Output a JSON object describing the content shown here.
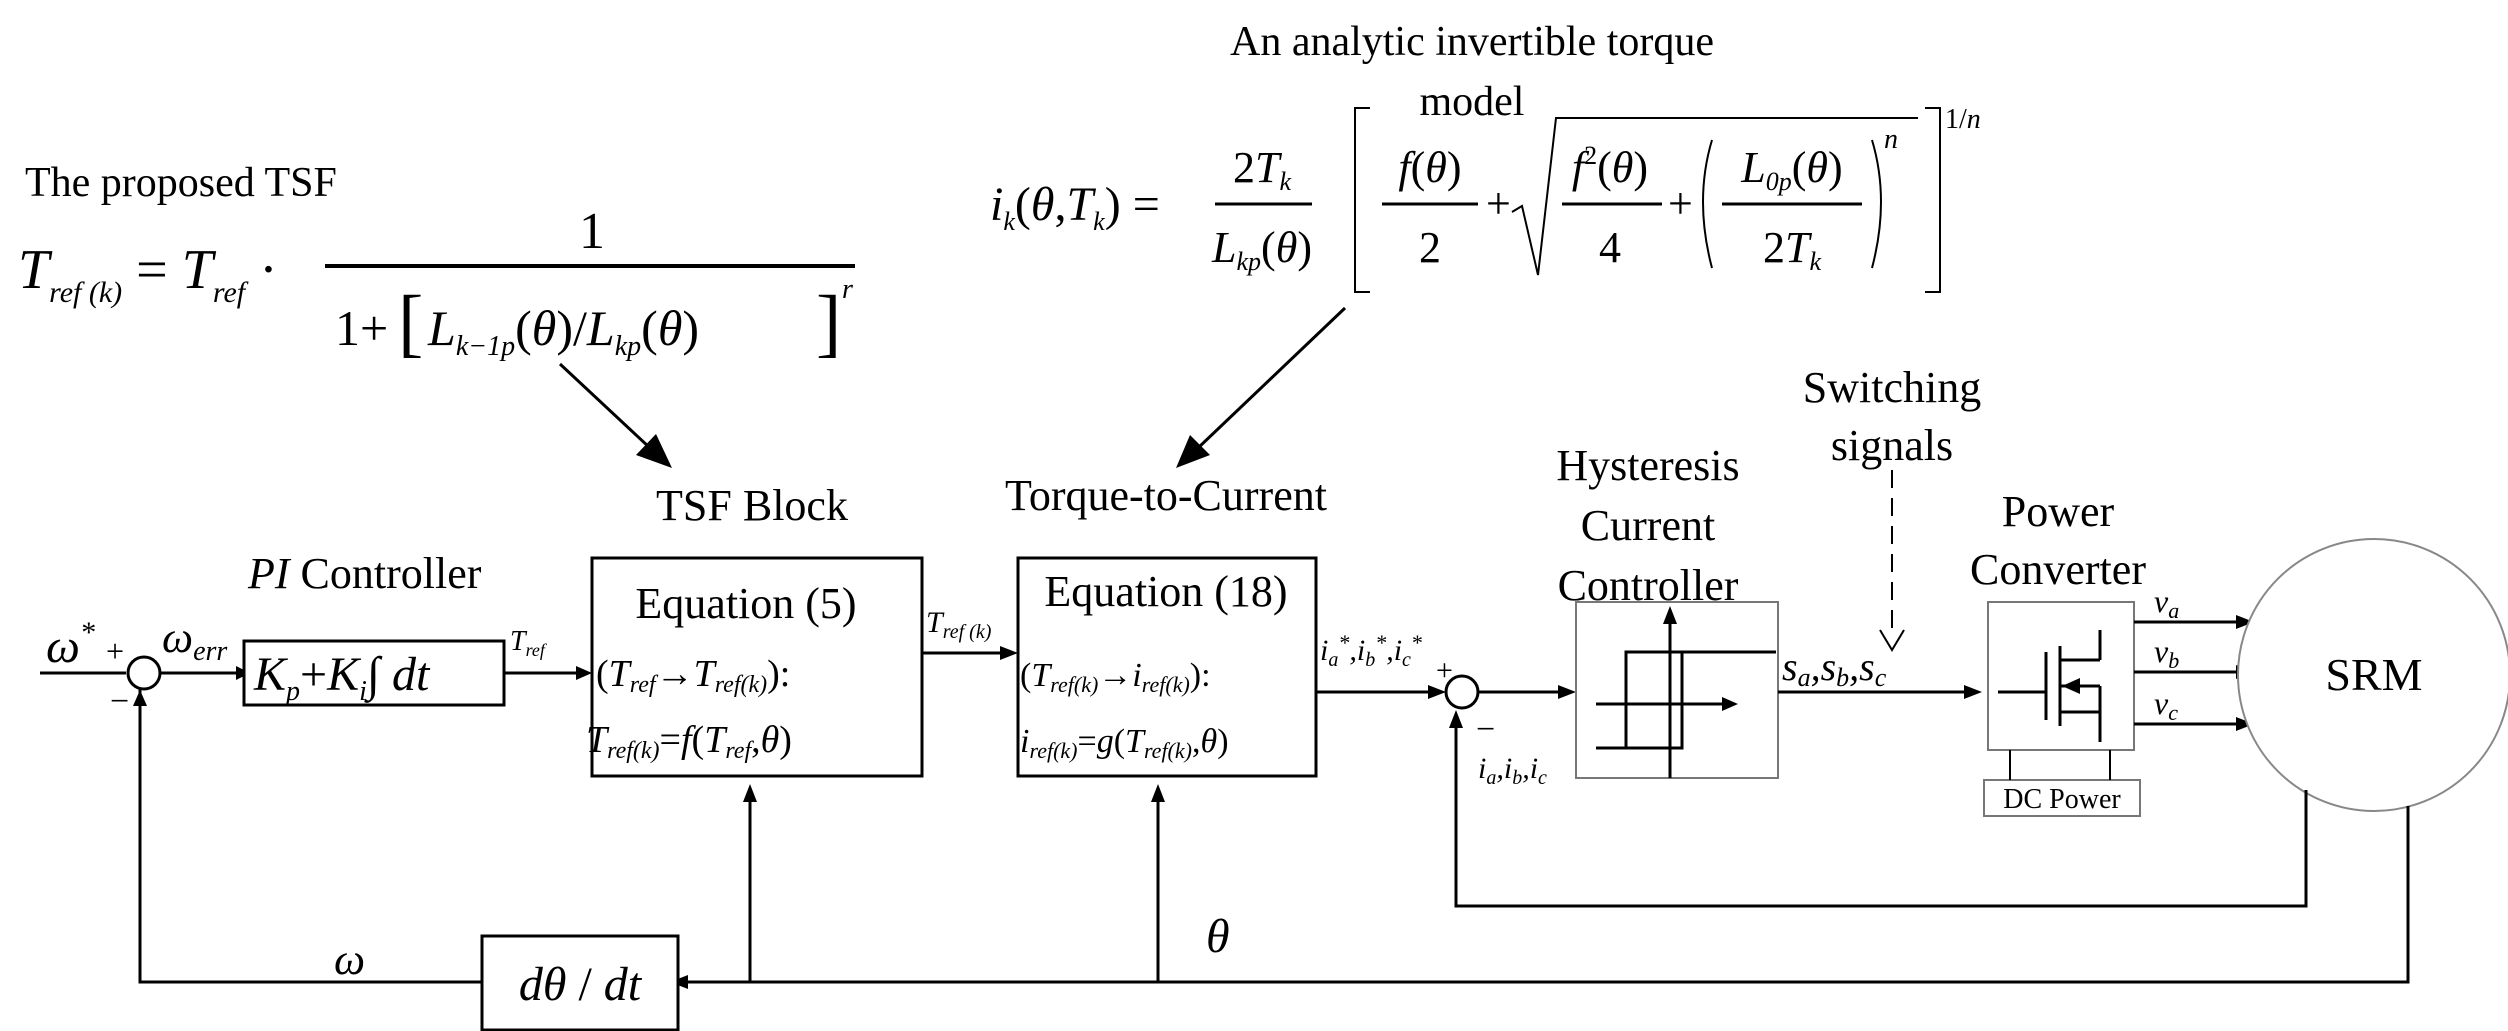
{
  "labels": {
    "tsf_heading": "The proposed TSF",
    "torque_model_heading_line1": "An analytic invertible torque",
    "torque_model_heading_line2": "model",
    "pi_controller_italic": "PI",
    "pi_controller_text": "Controller",
    "tsf_block": "TSF Block",
    "torque_to_current": "Torque-to-Current",
    "hysteresis_line1": "Hysteresis",
    "hysteresis_line2": "Current",
    "hysteresis_line3": "Controller",
    "switching_line1": "Switching",
    "switching_line2": "signals",
    "power_converter_line1": "Power",
    "power_converter_line2": "Converter",
    "dc_power": "DC Power",
    "srm": "SRM"
  },
  "blocks": {
    "tsf_eq_title": "Equation (5)",
    "tsf_eq_line1": "(Tref→Tref(k)):",
    "tsf_eq_line2": "Tref(k)=f(Tref,θ)",
    "t2c_eq_title": "Equation (18)",
    "t2c_eq_line1": "(Tref(k)→iref(k)):",
    "t2c_eq_line2": "iref(k)=g(Tref(k),θ)",
    "pi_formula": "Kp+Ki∫ dt",
    "derivative": "dθ / dt"
  },
  "signals": {
    "omega_star": "ω*",
    "omega_err": "ωerr",
    "t_ref": "Tref",
    "t_ref_k": "Tref(k)",
    "i_star": "ia*, ib*, ic*",
    "i_meas": "ia, ib, ic",
    "s_signals": "sa, sb, sc",
    "va": "va",
    "vb": "vb",
    "vc": "vc",
    "omega": "ω",
    "theta": "θ",
    "plus": "+",
    "minus": "−"
  },
  "equations": {
    "tsf": "Tref(k) = Tref · 1 / (1+[Lk−1p(θ)/Lkp(θ)]^r)",
    "torque_model": "ik(θ,Tk) = 2Tk/Lkp(θ) [ f(θ)/2 + √( f²(θ)/4 + (L0p(θ)/2Tk)^n ) ]^(1/n)"
  }
}
